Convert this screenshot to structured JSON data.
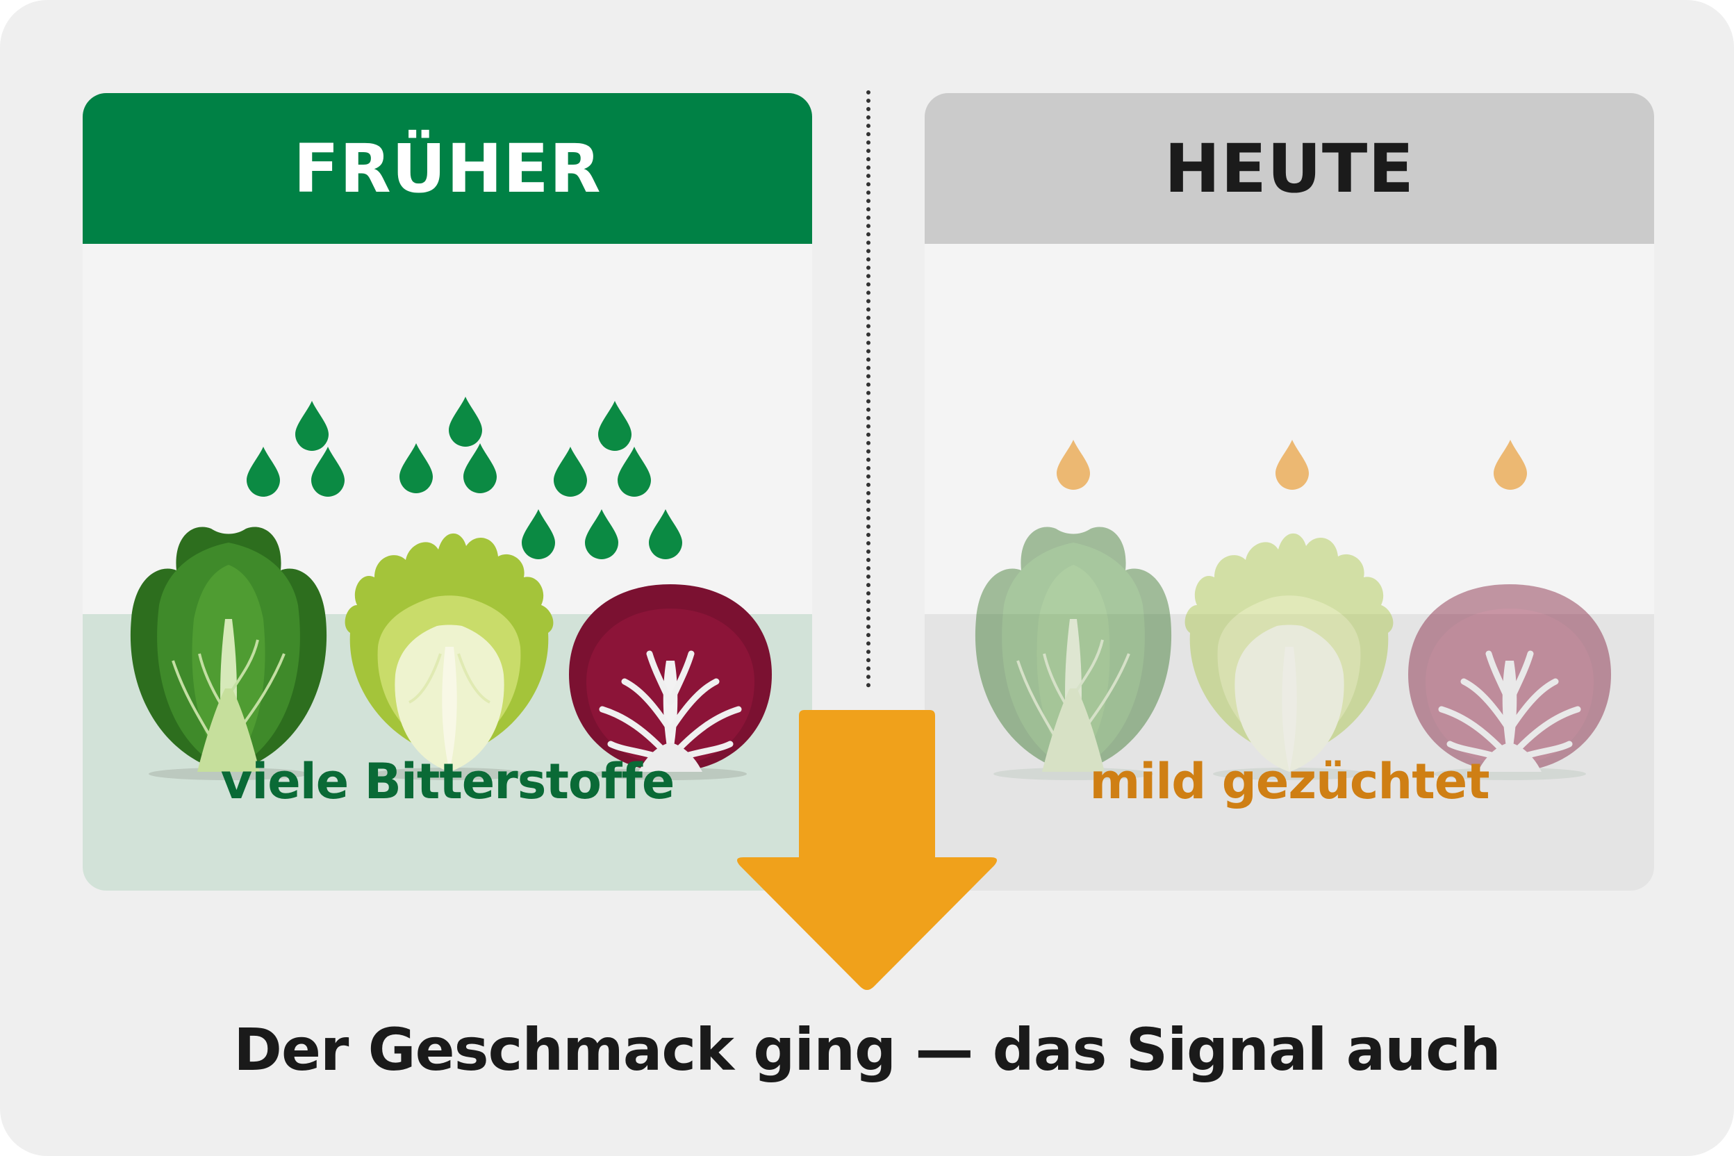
{
  "colors": {
    "past_accent": "#008145",
    "past_text": "#0a6a36",
    "today_header": "#cbcbcb",
    "today_text": "#cf7f14",
    "arrow": "#f0a11b"
  },
  "left_panel": {
    "title": "FRÜHER",
    "caption": "viele Bitterstoffe",
    "drop_color": "#0b8a43",
    "vegetables": [
      "romaine-lettuce-icon",
      "endive-icon",
      "radicchio-icon"
    ]
  },
  "right_panel": {
    "title": "HEUTE",
    "caption": "mild gezüchtet",
    "drop_color": "#ecb872",
    "vegetables": [
      "romaine-lettuce-icon",
      "endive-icon",
      "radicchio-icon"
    ]
  },
  "footer": {
    "text": "Der Geschmack ging — das Signal auch"
  }
}
